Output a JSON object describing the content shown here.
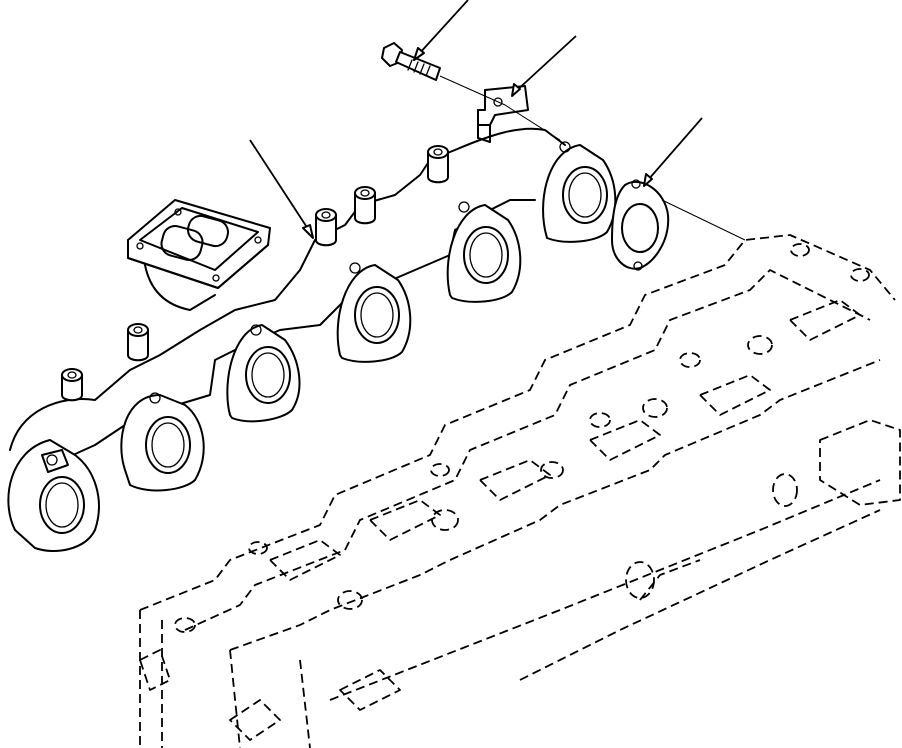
{
  "figure": {
    "callouts": [
      {
        "part": "bolt"
      },
      {
        "part": "bracket"
      },
      {
        "part": "exhaust-manifold"
      },
      {
        "part": "gasket"
      }
    ]
  },
  "colors": {
    "line": "#000000",
    "background": "#ffffff"
  }
}
